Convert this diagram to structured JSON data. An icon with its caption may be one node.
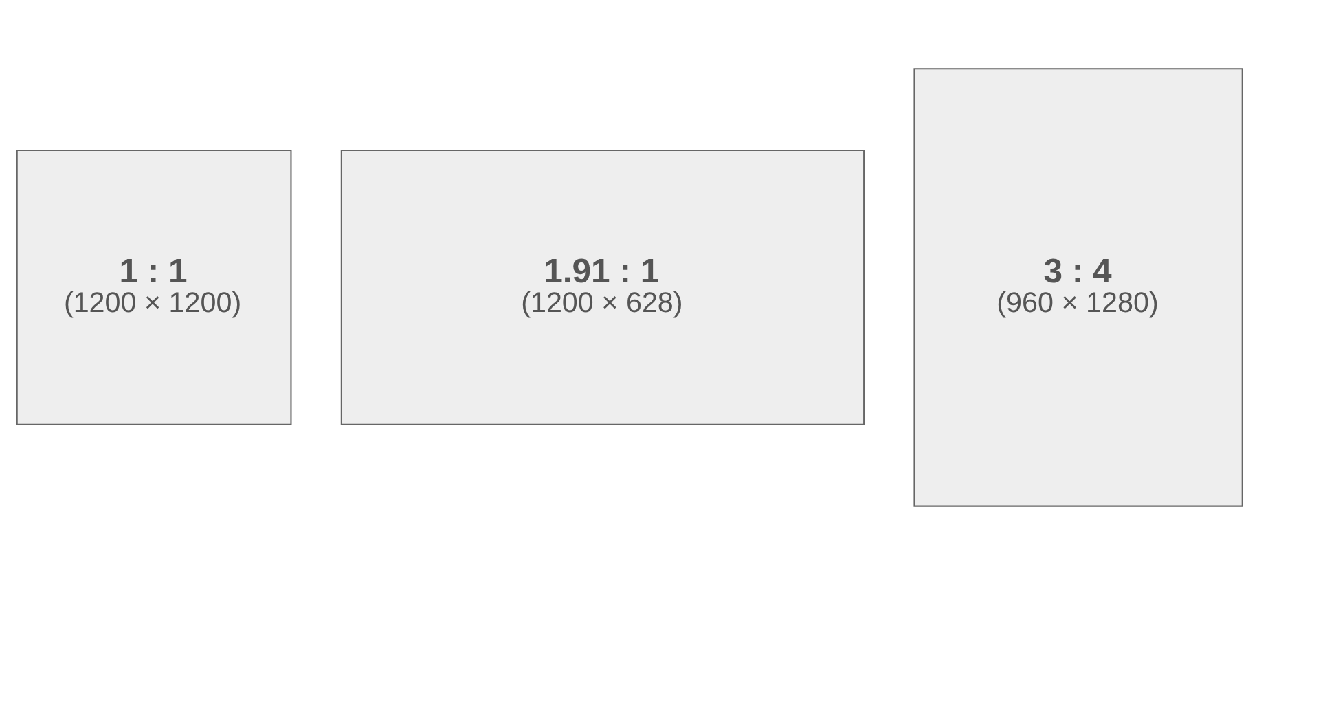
{
  "diagram": {
    "nodes": [
      {
        "text": [
          "1 : 1",
          "(1200 × 1200)"
        ]
      },
      {
        "text": [
          "1.91 : 1",
          "(1200 × 628)"
        ]
      },
      {
        "text": [
          "3 : 4",
          "(960 × 1280)"
        ]
      }
    ]
  }
}
